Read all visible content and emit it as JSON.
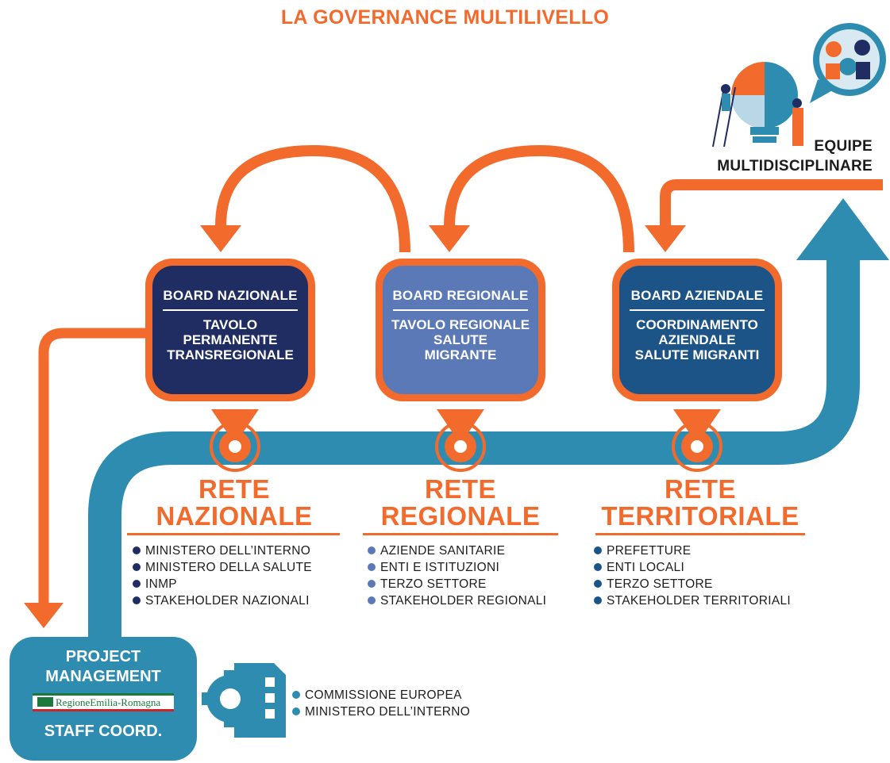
{
  "title": "LA GOVERNANCE MULTILIVELLO",
  "equipe": {
    "line1": "EQUIPE",
    "line2": "MULTIDISCIPLINARE"
  },
  "boards": [
    {
      "head": "BOARD NAZIONALE",
      "body": [
        "TAVOLO",
        "PERMANENTE",
        "TRANSREGIONALE"
      ],
      "color": "#1f2d63"
    },
    {
      "head": "BOARD REGIONALE",
      "body": [
        "TAVOLO REGIONALE",
        "SALUTE",
        "MIGRANTE"
      ],
      "color": "#5b79b6"
    },
    {
      "head": "BOARD AZIENDALE",
      "body": [
        "COORDINAMENTO",
        "AZIENDALE",
        "SALUTE MIGRANTI"
      ],
      "color": "#1d5488"
    }
  ],
  "reti": [
    {
      "line1": "RETE",
      "line2": "NAZIONALE",
      "dot_color": "#1f2d63",
      "items": [
        "MINISTERO DELL’INTERNO",
        "MINISTERO DELLA SALUTE",
        "INMP",
        "STAKEHOLDER NAZIONALI"
      ]
    },
    {
      "line1": "RETE",
      "line2": "REGIONALE",
      "dot_color": "#5b79b6",
      "items": [
        "AZIENDE SANITARIE",
        "ENTI E ISTITUZIONI",
        "TERZO SETTORE",
        "STAKEHOLDER REGIONALI"
      ]
    },
    {
      "line1": "RETE",
      "line2": "TERRITORIALE",
      "dot_color": "#1d5488",
      "items": [
        "PREFETTURE",
        "ENTI LOCALI",
        "TERZO SETTORE",
        "STAKEHOLDER TERRITORIALI"
      ]
    }
  ],
  "project": {
    "title1": "PROJECT",
    "title2": "MANAGEMENT",
    "logo": "RegioneEmilia-Romagna",
    "staff": "STAFF COORD.",
    "dot_color": "#2e8cb1",
    "items": [
      "COMMISSIONE EUROPEA",
      "MINISTERO DELL’INTERNO"
    ]
  },
  "colors": {
    "orange": "#f26a2c",
    "teal": "#2e8cb1",
    "dark_navy": "#1f2d63"
  },
  "icons": [
    "puzzle-lightbulb-illustration",
    "people-speech-bubble-icon",
    "gear-document-icon",
    "location-pin-icon"
  ]
}
